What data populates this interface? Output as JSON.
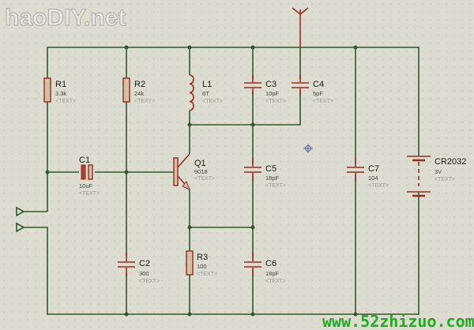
{
  "watermark_logo": "haoDIY.net",
  "watermark_site": "www.52zhizuo.com",
  "placeholder": "<TEXT>",
  "components": {
    "R1": {
      "ref": "R1",
      "value": "3.3k"
    },
    "R2": {
      "ref": "R2",
      "value": "24k"
    },
    "R3": {
      "ref": "R3",
      "value": "100"
    },
    "L1": {
      "ref": "L1",
      "value": "6T"
    },
    "C1": {
      "ref": "C1",
      "value": "10uF"
    },
    "C2": {
      "ref": "C2",
      "value": "300"
    },
    "C3": {
      "ref": "C3",
      "value": "10pF"
    },
    "C4": {
      "ref": "C4",
      "value": "5pF"
    },
    "C5": {
      "ref": "C5",
      "value": "18pF"
    },
    "C6": {
      "ref": "C6",
      "value": "18pF"
    },
    "C7": {
      "ref": "C7",
      "value": "104"
    },
    "Q1": {
      "ref": "Q1",
      "value": "9018"
    },
    "BAT": {
      "ref": "CR2032",
      "value": "3V"
    }
  }
}
